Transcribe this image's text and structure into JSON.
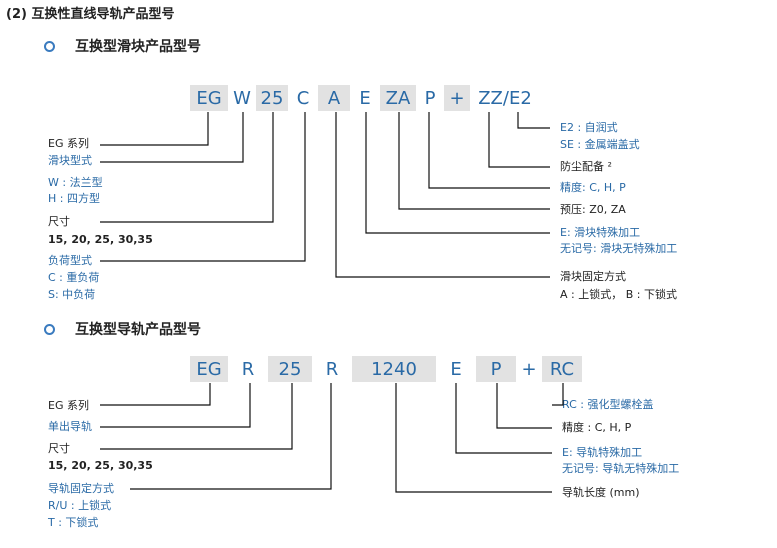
{
  "heading": "(2) 互换性直线导轨产品型号",
  "block_section": {
    "title": "互换型滑块产品型号",
    "codes": [
      "EG",
      "W",
      "25",
      "C",
      "A",
      "E",
      "ZA",
      "P",
      "+",
      "ZZ/E2"
    ],
    "labels": {
      "eg_series": "EG 系列",
      "block_type": "滑块型式",
      "block_w": "W : 法兰型",
      "block_h": "H : 四方型",
      "size": "尺寸",
      "size_values": "15, 20, 25, 30,35",
      "load_type": "负荷型式",
      "load_c": "C : 重负荷",
      "load_s": "S: 中负荷",
      "e2": "E2 : 自润式",
      "se": "SE : 金属端盖式",
      "dust": "防尘配备 ²",
      "precision": "精度: C, H, P",
      "preload": "预压: Z0, ZA",
      "e_special": "E: 滑块特殊加工",
      "no_mark": "无记号: 滑块无特殊加工",
      "mount": "滑块固定方式",
      "mount_values": "A : 上锁式，    B : 下锁式"
    }
  },
  "rail_section": {
    "title": "互换型导轨产品型号",
    "codes": [
      "EG",
      "R",
      "25",
      "R",
      "1240",
      "E",
      "P",
      "+",
      "RC"
    ],
    "labels": {
      "eg_series": "EG 系列",
      "single_rail": "单出导轨",
      "size": "尺寸",
      "size_values": "15, 20, 25, 30,35",
      "mount": "导轨固定方式",
      "mount_ru": "R/U : 上锁式",
      "mount_t": "T : 下锁式",
      "rc": "RC : 强化型螺栓盖",
      "precision": "精度 : C, H, P",
      "e_special": "E: 导轨特殊加工",
      "no_mark": "无记号: 导轨无特殊加工",
      "length": "导轨长度 (mm)"
    }
  }
}
